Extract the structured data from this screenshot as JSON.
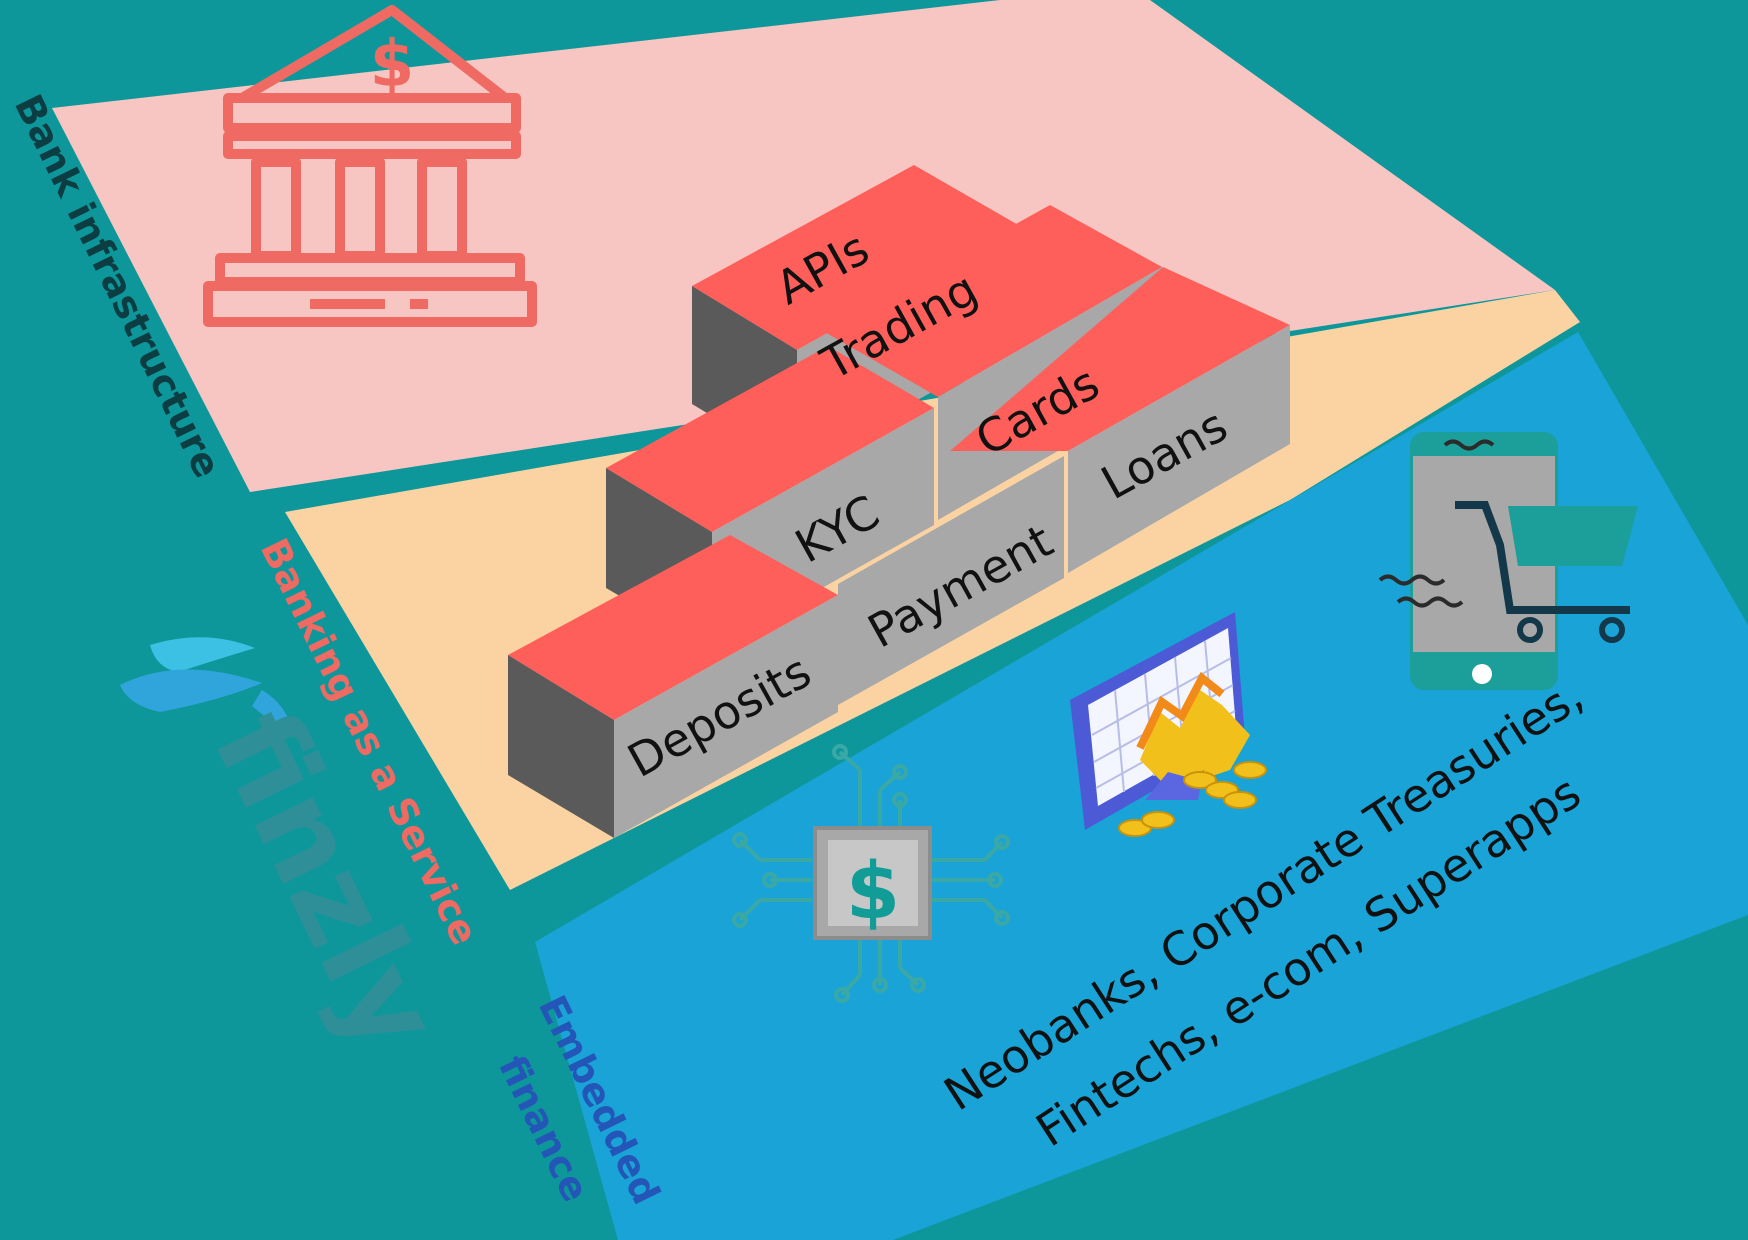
{
  "layers": {
    "bank_infrastructure": {
      "label": "Bank infrastructure",
      "color": "#f7c6c2"
    },
    "banking_as_a_service": {
      "label": "Banking as a Service",
      "color": "#fbd3a3"
    },
    "embedded_finance": {
      "label_line1": "Embedded",
      "label_line2": "finance",
      "color": "#1aa3d6"
    }
  },
  "blocks": {
    "apis": "APIs",
    "trading": "Trading",
    "cards": "Cards",
    "loans": "Loans",
    "kyc": "KYC",
    "payment": "Payment",
    "deposits": "Deposits"
  },
  "customers": {
    "line1": "Neobanks, Corporate Treasuries,",
    "line2": "Fintechs, e-com, Superapps"
  },
  "logo": {
    "text": "finzly"
  },
  "icons": [
    "bank-icon",
    "dollar-chip-icon",
    "chart-monitor-icon",
    "shopping-phone-icon"
  ],
  "colors": {
    "background": "#0e979a",
    "block_top": "#fe5f5a",
    "block_front": "#a8a8a8",
    "block_side": "#5a5a5a",
    "accent_red": "#f06a64"
  }
}
